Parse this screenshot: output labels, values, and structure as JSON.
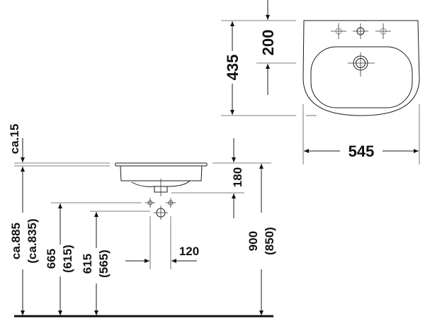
{
  "plan_view": {
    "depth": "435",
    "tap_to_drain": "200",
    "width": "545"
  },
  "side_view": {
    "rim_thickness": "ca.15",
    "floor_to_countertop": "ca.885",
    "floor_to_countertop_alt": "(ca.835)",
    "floor_to_supply": "665",
    "floor_to_supply_alt": "(615)",
    "floor_to_waste": "615",
    "floor_to_waste_alt": "(565)",
    "supply_spacing": "120",
    "basin_depth": "180",
    "floor_to_rim": "900",
    "floor_to_rim_alt": "(850)"
  }
}
